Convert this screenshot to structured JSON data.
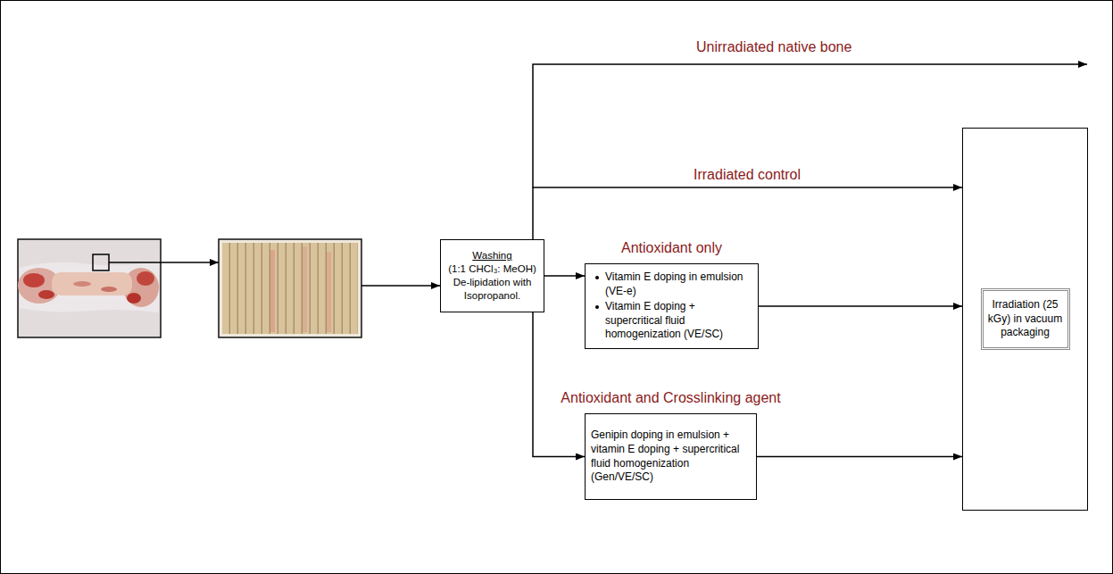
{
  "diagram": {
    "nodes": [
      {
        "text": [
          "Washing",
          "(1:1 CHCl₃: MeOH) De-lipidation with Isopropanol."
        ]
      },
      {
        "text": [
          "Antioxidant only",
          "Vitamin E doping in emulsion (VE-e)",
          "Vitamin E doping + supercritical fluid homogenization (VE/SC)"
        ]
      },
      {
        "text": [
          "Antioxidant and Crosslinking agent",
          "Genipin doping in emulsion + vitamin E doping + supercritical fluid homogenization (Gen/VE/SC)"
        ]
      },
      {
        "text": [
          "Irradiation (25 kGy) in vacuum packaging"
        ]
      }
    ],
    "edges": [
      {
        "from": 0,
        "to": 3,
        "arrow": "to",
        "label": "Irradiated control"
      },
      {
        "from": 0,
        "to": 1,
        "arrow": "to"
      },
      {
        "from": 0,
        "to": 2,
        "arrow": "to"
      },
      {
        "from": 1,
        "to": 3,
        "arrow": "to"
      },
      {
        "from": 2,
        "to": 3,
        "arrow": "to"
      }
    ],
    "labels": [
      "Unirradiated native bone"
    ]
  }
}
